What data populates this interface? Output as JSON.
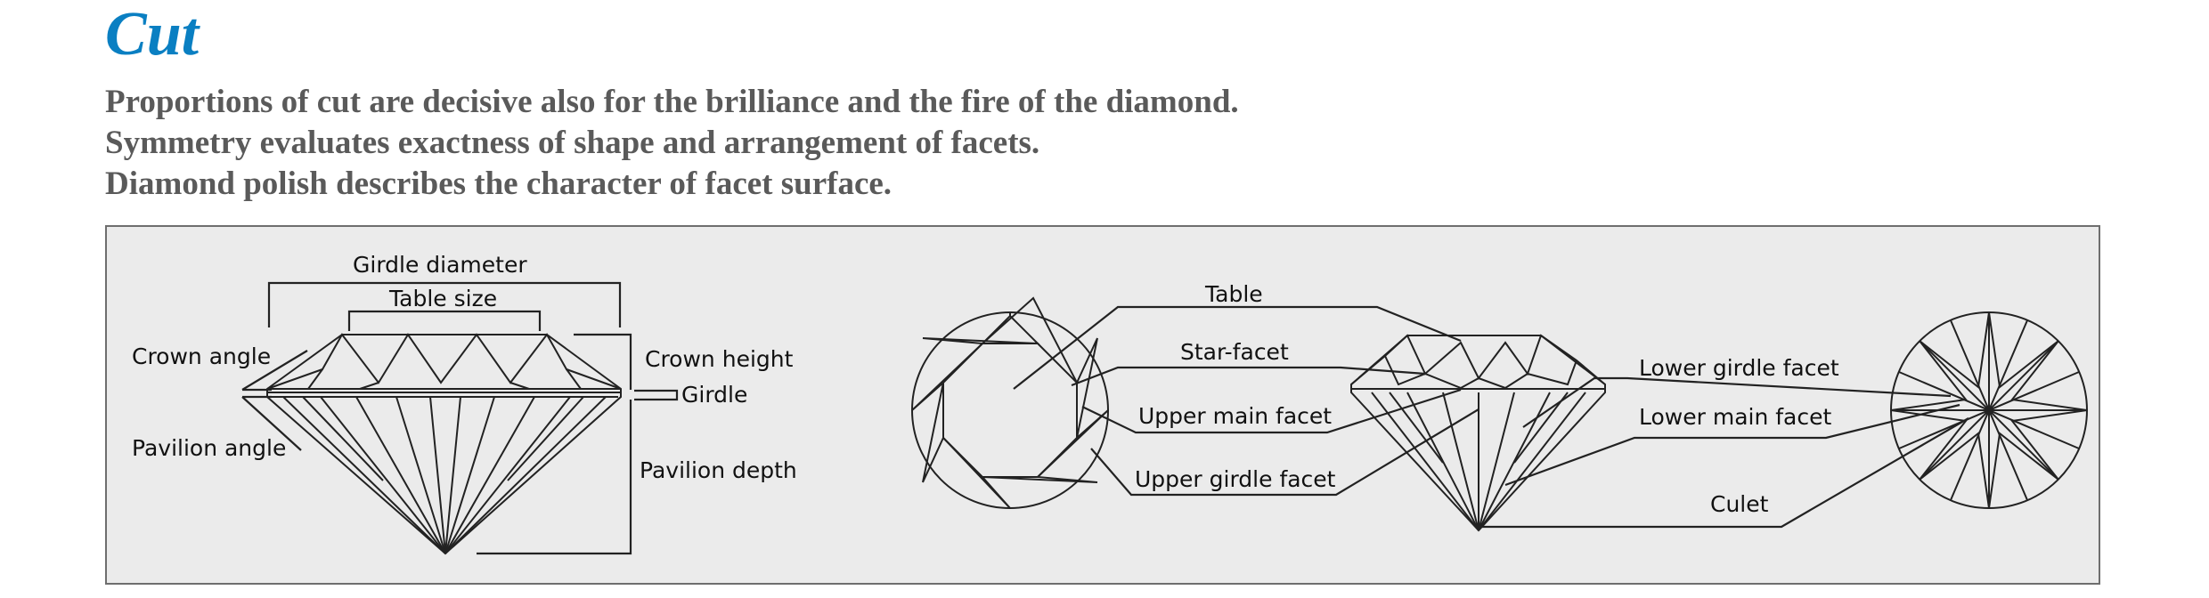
{
  "title": "Cut",
  "description": [
    "Proportions of cut are decisive also for the brilliance and the fire of the diamond.",
    "Symmetry evaluates exactness of shape and arrangement of facets.",
    "Diamond polish describes the character of facet surface."
  ],
  "profile_labels": {
    "girdle_diameter": "Girdle diameter",
    "table_size": "Table size",
    "crown_angle": "Crown angle",
    "pavilion_angle": "Pavilion angle",
    "crown_height": "Crown height",
    "girdle": "Girdle",
    "pavilion_depth": "Pavilion depth"
  },
  "facet_labels": {
    "table": "Table",
    "star_facet": "Star-facet",
    "upper_main_facet": "Upper main facet",
    "upper_girdle_facet": "Upper girdle facet",
    "lower_girdle_facet": "Lower girdle facet",
    "lower_main_facet": "Lower main facet",
    "culet": "Culet"
  }
}
